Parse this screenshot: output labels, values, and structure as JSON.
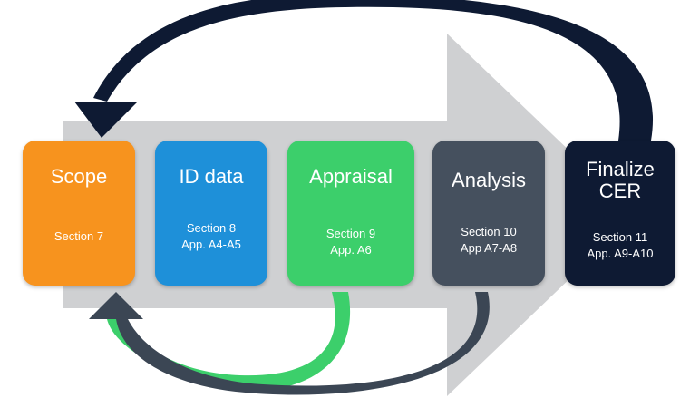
{
  "stages": [
    {
      "title": "Scope",
      "lines": [
        "Section 7"
      ],
      "color": "#f7931e"
    },
    {
      "title": "ID data",
      "lines": [
        "Section 8",
        "App. A4-A5"
      ],
      "color": "#1e90d9"
    },
    {
      "title": "Appraisal",
      "lines": [
        "Section 9",
        "App. A6"
      ],
      "color": "#3ccf6b"
    },
    {
      "title": "Analysis",
      "lines": [
        "Section 10",
        "App A7-A8"
      ],
      "color": "#45505e"
    },
    {
      "title": "Finalize\nCER",
      "lines": [
        "Section 11",
        "App. A9-A10"
      ],
      "color": "#0e1a33"
    }
  ],
  "colors": {
    "big_arrow": "#cfd0d2",
    "top_loop": "#0e1a33",
    "bottom_loop_green": "#3ccf6b",
    "bottom_loop_slate": "#3b4654"
  }
}
